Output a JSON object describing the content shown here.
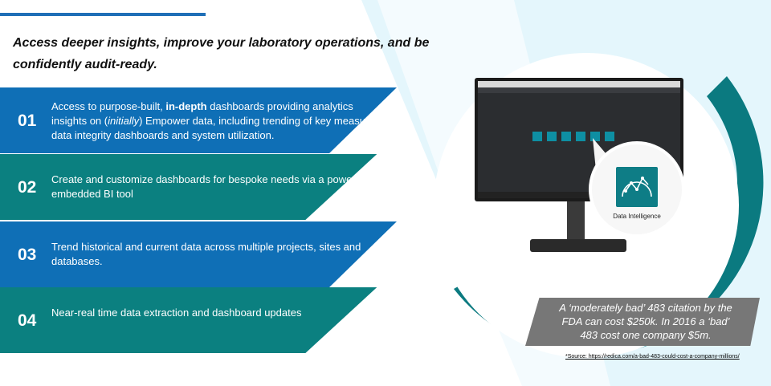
{
  "headline": "Access deeper insights, improve your laboratory operations, and be confidently audit-ready.",
  "features": [
    {
      "number": "01",
      "pre": "Access to purpose-built, ",
      "bold": "in-depth",
      "mid": " dashboards providing analytics insights on (",
      "italic": "initially",
      "post": ") Empower data, including trending of key measures, data integrity dashboards and system utilization."
    },
    {
      "number": "02",
      "text": "Create and customize dashboards for bespoke needs via a powerful embedded BI tool"
    },
    {
      "number": "03",
      "text": "Trend historical and current data across multiple projects, sites and databases."
    },
    {
      "number": "04",
      "text": "Near-real time data extraction and dashboard updates"
    }
  ],
  "monitor": {
    "app_label": "Data Intelligence"
  },
  "citation": "A ‘moderately bad’ 483 citation by the FDA can cost $250k. In 2016 a ‘bad’ 483 cost one company $5m.",
  "source": "*Source: https://redica.com/a-bad-483-could-cost-a-company-millions/",
  "colors": {
    "blue": "#0f6fb6",
    "teal": "#0b8080",
    "light_blue": "#dff4fb",
    "gray": "#777777"
  }
}
